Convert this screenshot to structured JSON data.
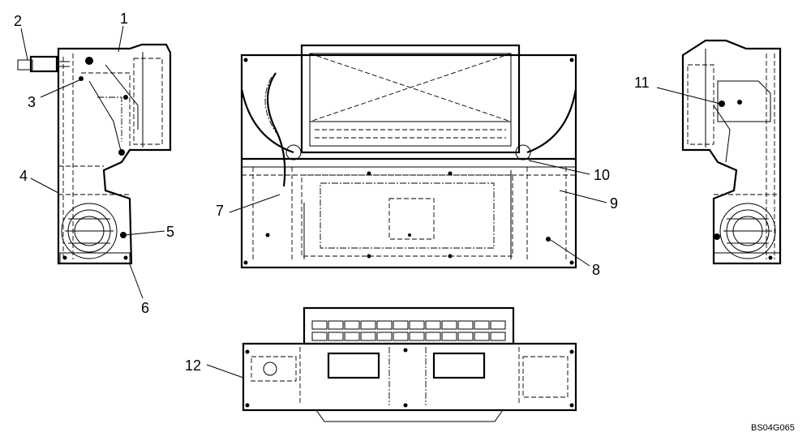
{
  "callouts": {
    "c1": "1",
    "c2": "2",
    "c3": "3",
    "c4": "4",
    "c5": "5",
    "c6": "6",
    "c7": "7",
    "c8": "8",
    "c9": "9",
    "c10": "10",
    "c11": "11",
    "c12": "12"
  },
  "figure_code": "BS04G065"
}
